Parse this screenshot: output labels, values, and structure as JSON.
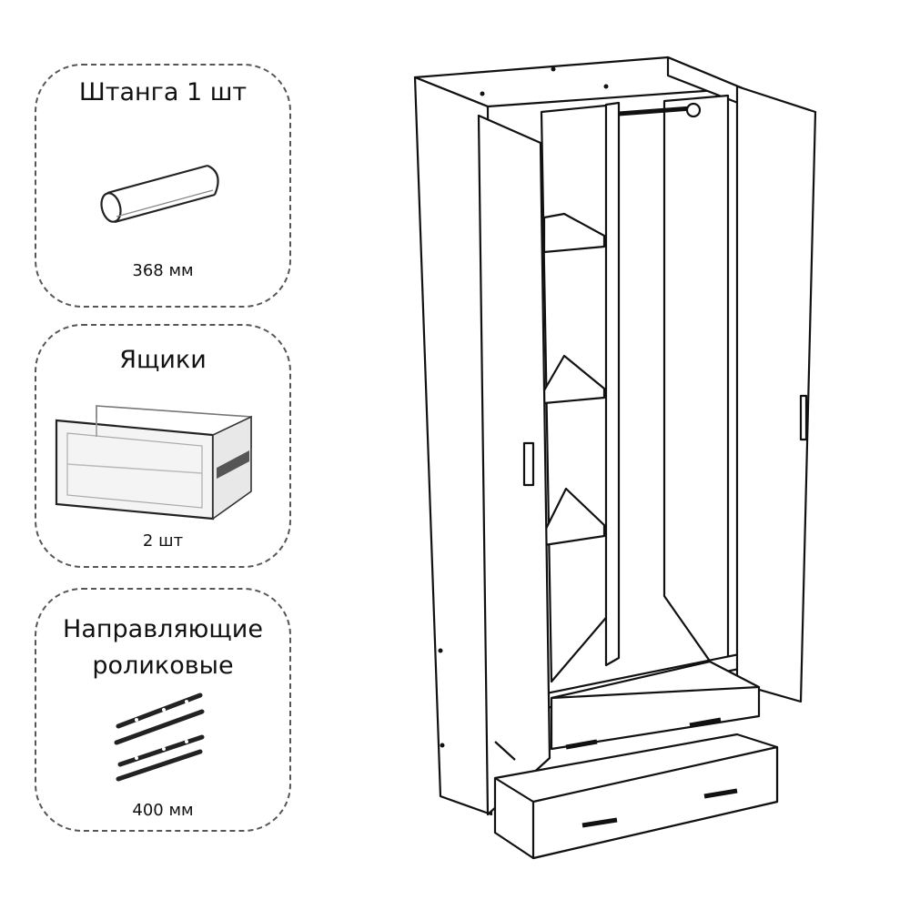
{
  "cards": {
    "rod": {
      "title": "Штанга 1 шт",
      "caption": "368  мм",
      "icon": "hanging-rod-icon"
    },
    "drawers": {
      "title": "Ящики",
      "caption": "2 шт",
      "icon": "drawer-box-icon"
    },
    "rails": {
      "title_line1": "Направляющие",
      "title_line2": "роликовые",
      "caption": "400 мм",
      "icon": "roller-rails-icon"
    }
  },
  "diagram": {
    "subject": "wardrobe-drawing"
  }
}
